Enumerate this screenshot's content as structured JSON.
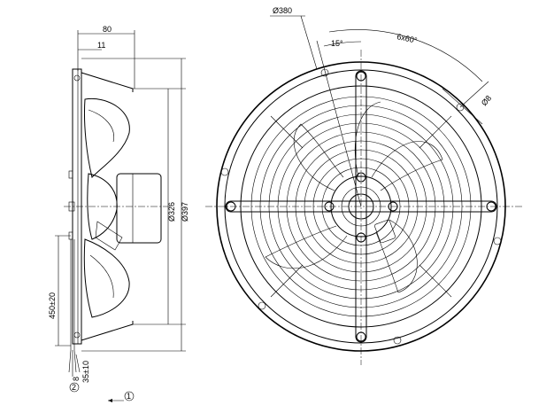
{
  "side_view": {
    "dim_width_total": "80",
    "dim_width_flange": "11",
    "dim_diameter_inner": "Ø326",
    "dim_diameter_outer": "Ø397",
    "dim_cable_length": "450±20",
    "dim_cable_small_a": "8",
    "dim_cable_small_b": "35±10",
    "marker_2": "2",
    "marker_1": "1"
  },
  "front_view": {
    "dim_outer_diameter": "Ø380",
    "dim_angle": "15°",
    "dim_hole_pattern": "6x60°",
    "dim_hole_diameter": "Ø8"
  }
}
